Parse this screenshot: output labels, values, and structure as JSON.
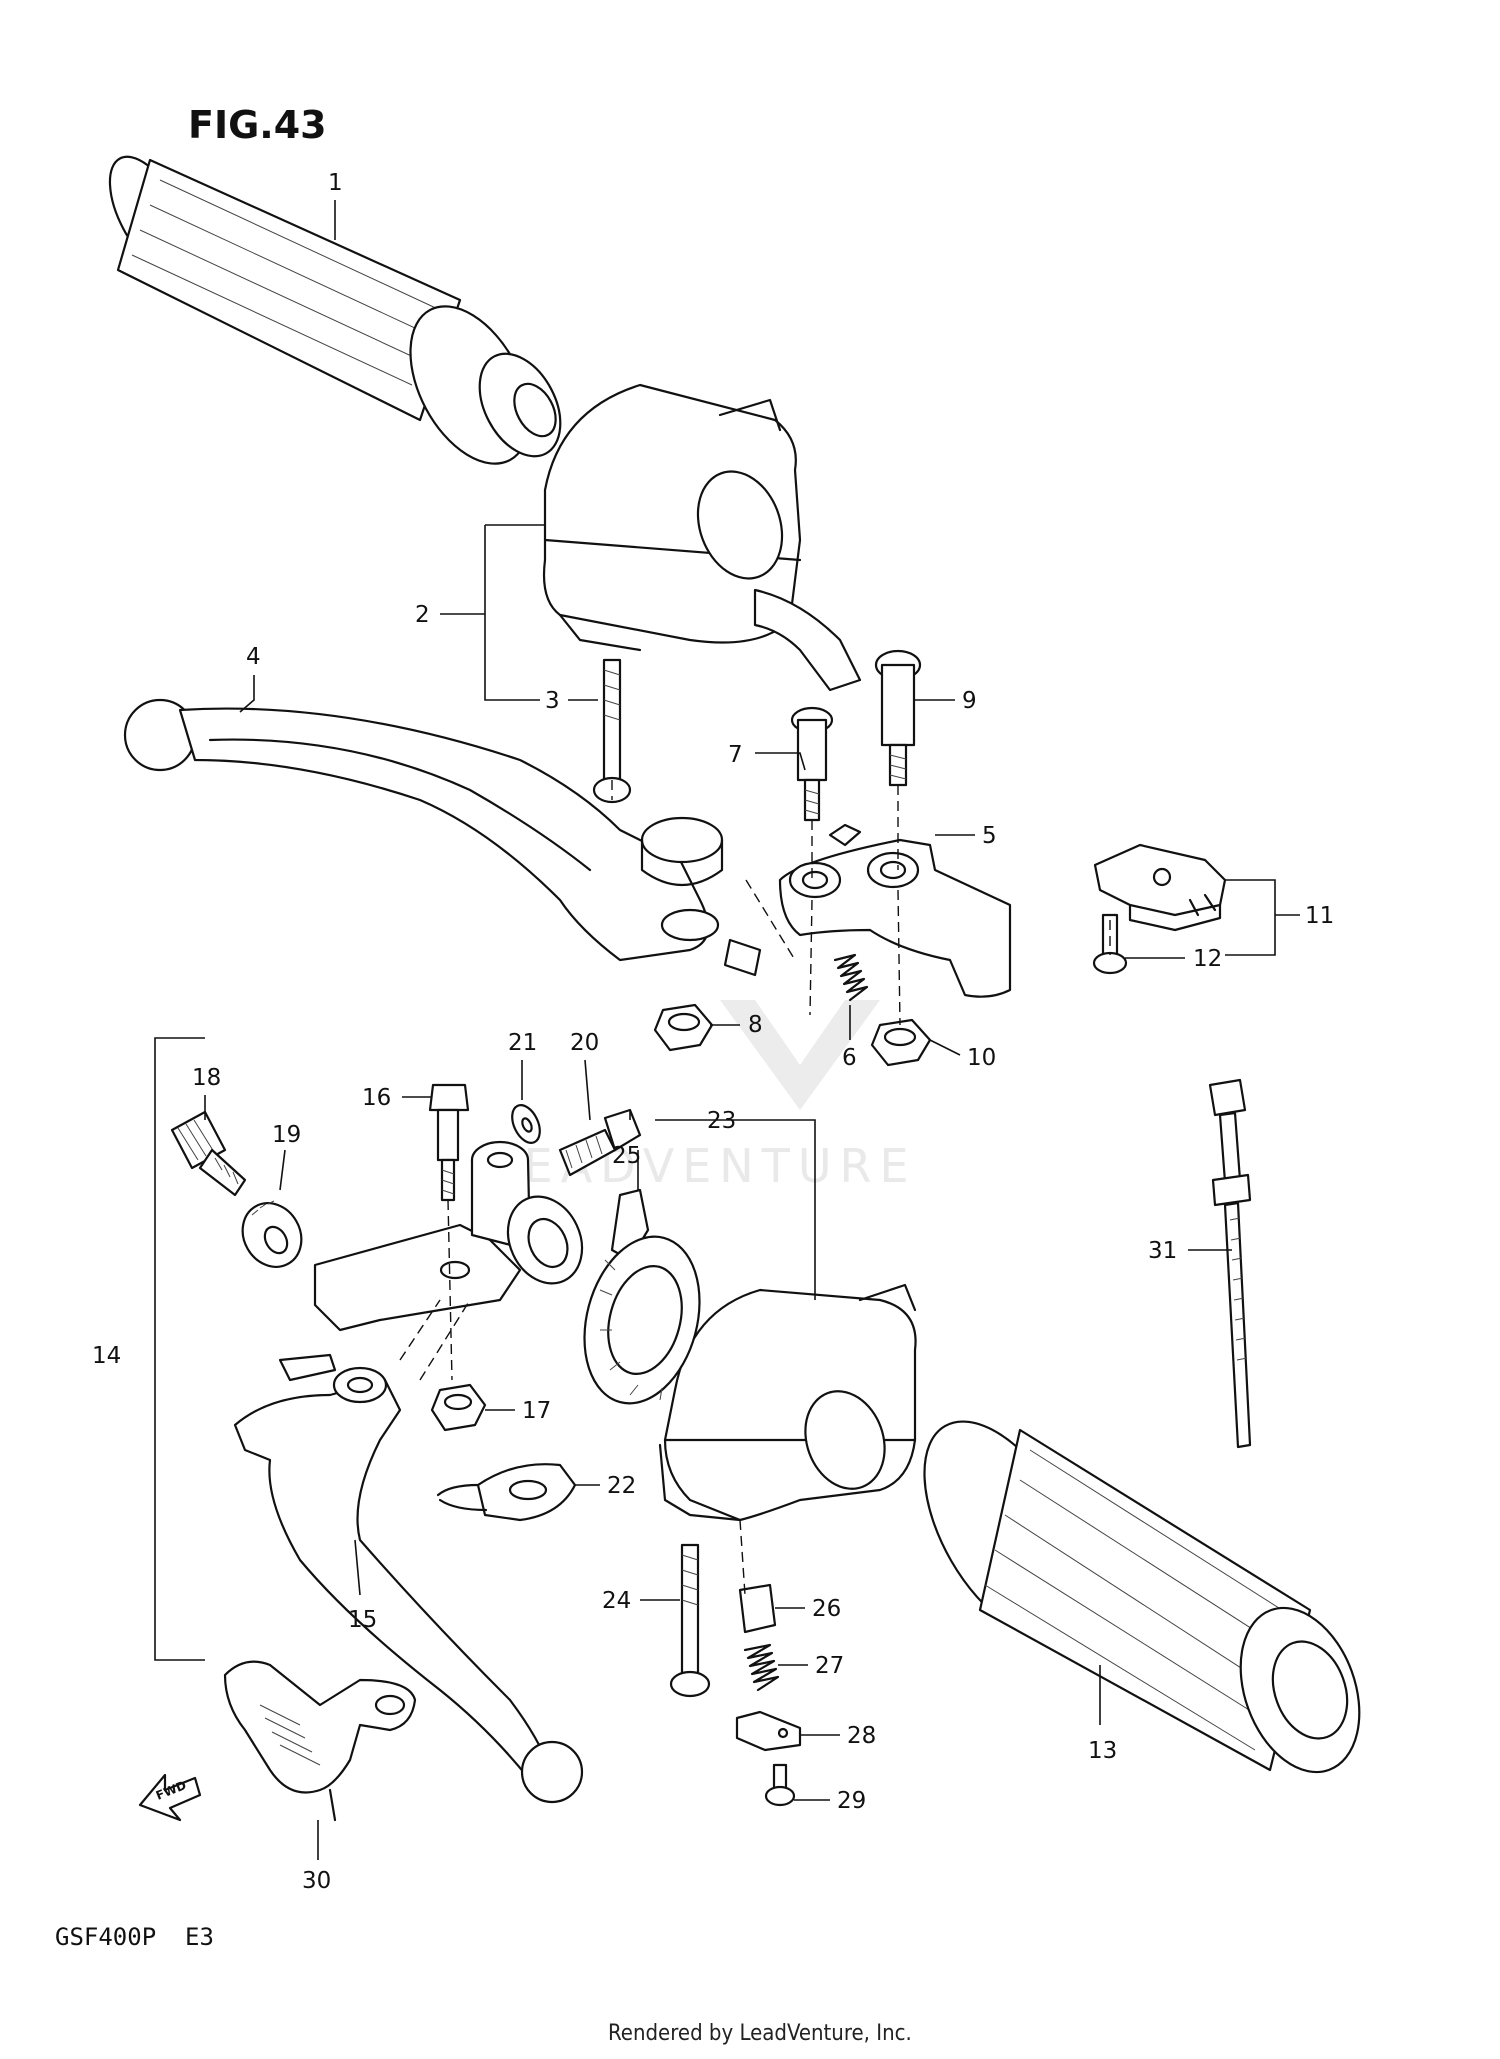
{
  "figure": {
    "title": "FIG.43",
    "model_code": "GSF400P  E3",
    "footer": "Rendered by LeadVenture, Inc.",
    "watermark": "LEADVENTURE",
    "direction_arrow": "FWD"
  },
  "callouts": [
    {
      "number": "1"
    },
    {
      "number": "2"
    },
    {
      "number": "3"
    },
    {
      "number": "4"
    },
    {
      "number": "5"
    },
    {
      "number": "6"
    },
    {
      "number": "7"
    },
    {
      "number": "8"
    },
    {
      "number": "9"
    },
    {
      "number": "10"
    },
    {
      "number": "11"
    },
    {
      "number": "12"
    },
    {
      "number": "13"
    },
    {
      "number": "14"
    },
    {
      "number": "15"
    },
    {
      "number": "16"
    },
    {
      "number": "17"
    },
    {
      "number": "18"
    },
    {
      "number": "19"
    },
    {
      "number": "20"
    },
    {
      "number": "21"
    },
    {
      "number": "22"
    },
    {
      "number": "23"
    },
    {
      "number": "24"
    },
    {
      "number": "25"
    },
    {
      "number": "26"
    },
    {
      "number": "27"
    },
    {
      "number": "28"
    },
    {
      "number": "29"
    },
    {
      "number": "30"
    },
    {
      "number": "31"
    }
  ]
}
